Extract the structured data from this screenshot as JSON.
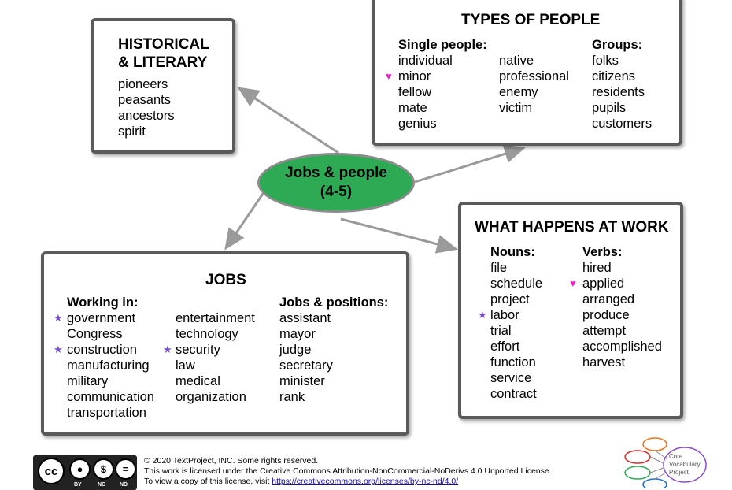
{
  "center": {
    "line1": "Jobs & people",
    "line2": "(4-5)"
  },
  "historical": {
    "title_line1": "HISTORICAL",
    "title_line2": "& LITERARY",
    "words": [
      "pioneers",
      "peasants",
      "ancestors",
      "spirit"
    ]
  },
  "types": {
    "title": "TYPES OF PEOPLE",
    "single_heading": "Single people:",
    "single_col1": [
      "individual",
      "minor",
      "fellow",
      "mate",
      "genius"
    ],
    "single_col2": [
      "native",
      "professional",
      "enemy",
      "victim"
    ],
    "groups_heading": "Groups:",
    "groups": [
      "folks",
      "citizens",
      "residents",
      "pupils",
      "customers"
    ]
  },
  "jobs": {
    "title": "JOBS",
    "working_heading": "Working in:",
    "working_col1": [
      "government",
      "Congress",
      "construction",
      "manufacturing",
      "military",
      "communication",
      "transportation"
    ],
    "working_col2": [
      "entertainment",
      "technology",
      "security",
      "law",
      "medical",
      "organization"
    ],
    "positions_heading": "Jobs & positions:",
    "positions": [
      "assistant",
      "mayor",
      "judge",
      "secretary",
      "minister",
      "rank"
    ]
  },
  "work": {
    "title": "WHAT HAPPENS AT WORK",
    "nouns_heading": "Nouns:",
    "nouns": [
      "file",
      "schedule",
      "project",
      "labor",
      "trial",
      "effort",
      "function",
      "service",
      "contract"
    ],
    "verbs_heading": "Verbs:",
    "verbs": [
      "hired",
      "applied",
      "arranged",
      "produce",
      "attempt",
      "accomplished",
      "harvest"
    ]
  },
  "markers": {
    "star": "★",
    "heart": "♥"
  },
  "colors": {
    "center_fill": "#2eaa55",
    "star": "#7b4fc9",
    "heart": "#e81fc8",
    "box_border": "#5a5a5a"
  },
  "footer": {
    "line1": "© 2020 TextProject, INC. Some rights reserved.",
    "line2": "This work is licensed under the Creative Commons Attribution-NonCommercial-NoDerivs 4.0 Unported License.",
    "line3_prefix": "To view a copy of this license, visit ",
    "link": "https://creativecommons.org/licenses/by-nc-nd/4.0/"
  },
  "cc_badge": {
    "cc": "cc",
    "by": "BY",
    "nc": "NC",
    "nd": "ND"
  },
  "logo": {
    "line1": "Core",
    "line2": "Vocabulary",
    "line3": "Project"
  }
}
